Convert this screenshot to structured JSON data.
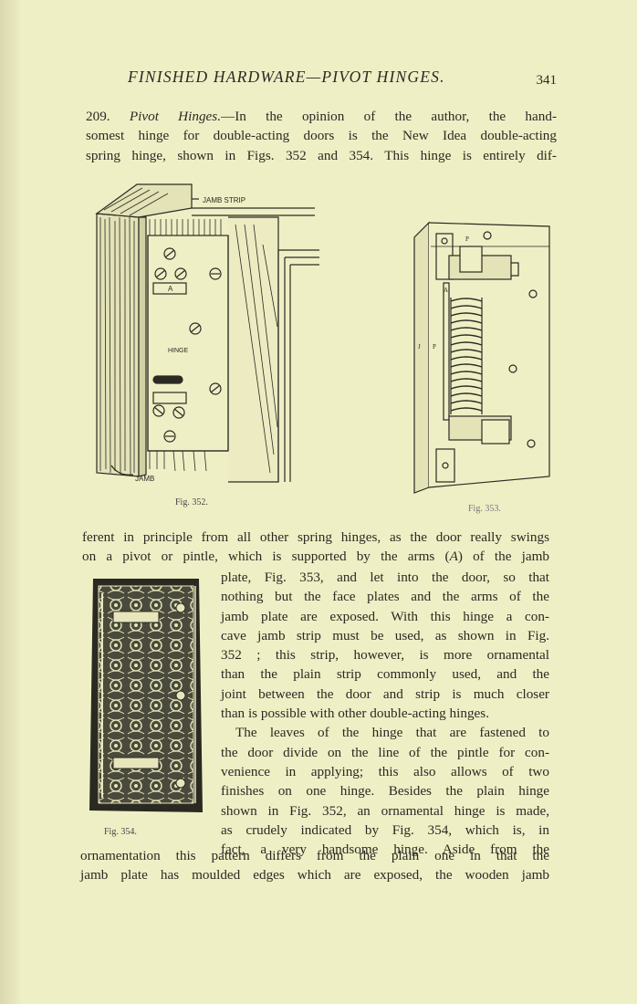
{
  "header": {
    "title": "FINISHED HARDWARE—PIVOT HINGES.",
    "page_number": "341"
  },
  "paragraph_1": {
    "lines": [
      [
        "209. ",
        "Pivot Hinges.",
        "—In the opinion of the author, the hand-"
      ],
      "somest hinge for double-acting doors is the New Idea double-acting",
      "spring hinge, shown in Figs. 352 and 354. This hinge is entirely dif-"
    ]
  },
  "figure_352": {
    "caption": "Fig. 352.",
    "labels": {
      "jamb_strip": "JAMB STRIP",
      "hinge": "HINGE",
      "jamb": "JAMB",
      "arm": "A"
    }
  },
  "figure_353": {
    "caption": "Fig. 353.",
    "labels": {
      "p_top": "P",
      "arm": "A",
      "j": "J",
      "p_mid": "P"
    }
  },
  "figure_354": {
    "caption": "Fig. 354."
  },
  "paragraph_2": {
    "lines": [
      "ferent in principle from all other spring hinges, as the door really swings",
      [
        "on a pivot or pintle, which is supported by the arms (",
        "A",
        ") of the jamb"
      ]
    ]
  },
  "paragraph_3": {
    "lines": [
      "plate, Fig. 353, and let into the door, so that",
      "nothing but the face plates and the arms of the",
      "jamb plate are exposed. With this hinge a con-",
      "cave jamb strip must be used, as shown in Fig.",
      "352 ; this strip, however, is more ornamental",
      "than the plain strip commonly used, and the",
      "joint between the door and strip is much closer",
      "than is possible with other double-acting hinges.",
      "The leaves of the hinge that are fastened to",
      "the door divide on the line of the pintle for con-",
      "venience in applying; this also allows of two",
      "finishes on one hinge. Besides the plain hinge",
      "shown in Fig. 352, an ornamental hinge is made,",
      "as crudely indicated by Fig. 354, which is, in",
      "fact, a very handsome hinge. Aside from the"
    ]
  },
  "paragraph_4": {
    "lines": [
      "ornamentation this pattern differs from the plain one in that the",
      "jamb plate has moulded edges which are exposed, the wooden jamb"
    ]
  },
  "colors": {
    "paper": "#efefc6",
    "ink": "#2a2a22"
  }
}
